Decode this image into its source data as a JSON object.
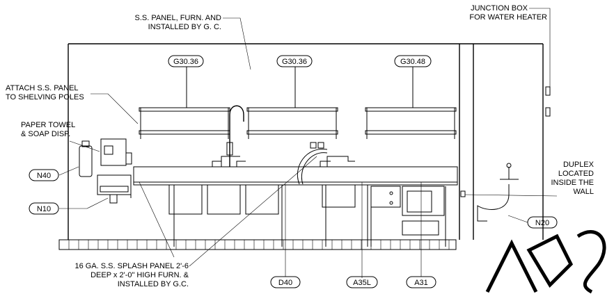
{
  "notes": {
    "panel_line1": "S.S. PANEL, FURN. AND",
    "panel_line2": "INSTALLED BY G. C.",
    "jbox_line1": "JUNCTION BOX",
    "jbox_line2": "FOR WATER HEATER",
    "attach_line1": "ATTACH S.S. PANEL",
    "attach_line2": "TO SHELVING POLES",
    "towel_line1": "PAPER TOWEL",
    "towel_line2": "& SOAP DISP.",
    "duplex_line1": "DUPLEX",
    "duplex_line2": "LOCATED",
    "duplex_line3": "INSIDE THE",
    "duplex_line4": "WALL",
    "splash_line1": "16 GA. S.S. SPLASH PANEL 2'-6",
    "splash_line2": "DEEP x 2'-0\" HIGH FURN. &",
    "splash_line3": "INSTALLED BY G.C."
  },
  "tags": {
    "g30_36_left": "G30.36",
    "g30_36_mid": "G30.36",
    "g30_48": "G30.48",
    "n40": "N40",
    "n10": "N10",
    "n20": "N20",
    "d40": "D40",
    "a35l": "A35L",
    "a31": "A31"
  }
}
